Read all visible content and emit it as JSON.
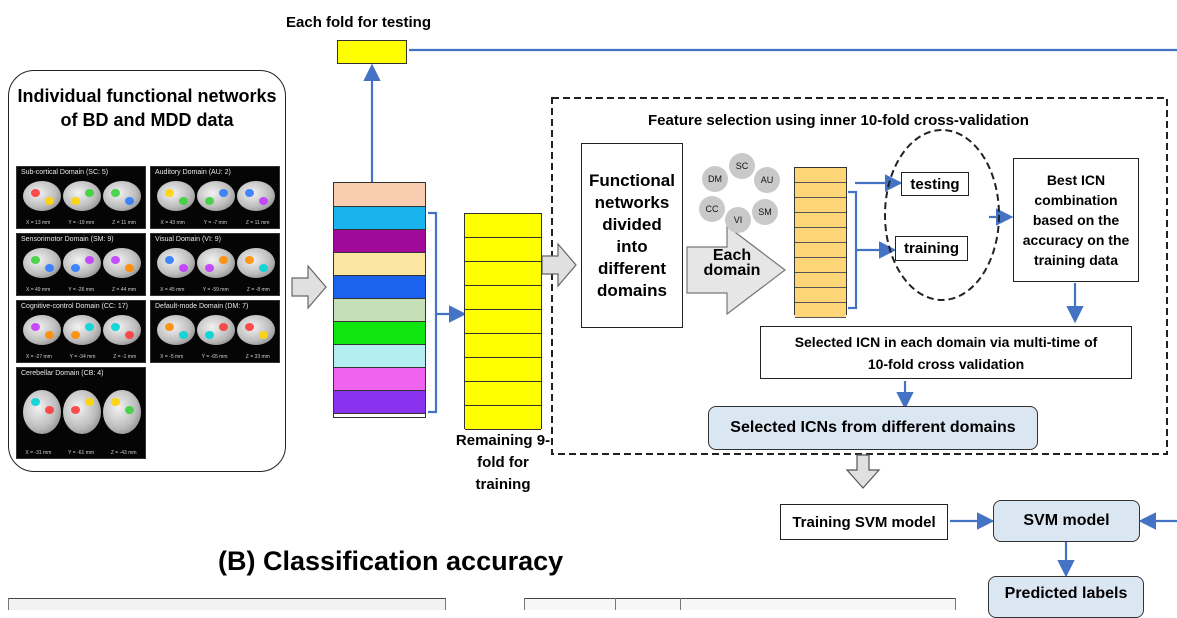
{
  "fold_testing_label": "Each fold for testing",
  "networks": {
    "title": "Individual functional networks of BD and MDD data",
    "panels": [
      {
        "title": "Sub-cortical Domain (SC: 5)",
        "coords": [
          "X = 13 mm",
          "Y = -19 mm",
          "Z = 11 mm"
        ]
      },
      {
        "title": "Auditory Domain (AU: 2)",
        "coords": [
          "X = 43 mm",
          "Y = -7 mm",
          "Z = 11 mm"
        ]
      },
      {
        "title": "Sensorimotor Domain (SM: 9)",
        "coords": [
          "X = 49 mm",
          "Y = -26 mm",
          "Z = 44 mm"
        ]
      },
      {
        "title": "Visual Domain (VI: 9)",
        "coords": [
          "X = 45 mm",
          "Y = -59 mm",
          "Z = -8 mm"
        ]
      },
      {
        "title": "Cognitive-control Domain (CC: 17)",
        "coords": [
          "X = -27 mm",
          "Y = -34 mm",
          "Z = -1 mm"
        ]
      },
      {
        "title": "Default-mode Domain (DM: 7)",
        "coords": [
          "X = -5 mm",
          "Y = -65 mm",
          "Z = 33 mm"
        ]
      },
      {
        "title": "Cerebellar Domain (CB: 4)",
        "coords": [
          "X = -31 mm",
          "Y = -61 mm",
          "Z = -43 mm"
        ]
      }
    ]
  },
  "fold_colors": [
    "#f8cdb0",
    "#19b4ee",
    "#a0099a",
    "#fce4a1",
    "#1b63ee",
    "#c5dfb9",
    "#0fe60f",
    "#b4eef0",
    "#ef63ef",
    "#8a33ee"
  ],
  "remaining_label": "Remaining 9-fold for training",
  "feature_selection": {
    "title": "Feature selection using inner 10-fold cross-validation",
    "functional_networks_label": "Functional networks divided into different domains",
    "domains": [
      "SC",
      "AU",
      "SM",
      "VI",
      "CC",
      "DM"
    ],
    "each_domain_label": "Each domain",
    "testing_label": "testing",
    "training_label": "training",
    "best_icn_label": "Best ICN combination based on the accuracy on the training data",
    "selected_each_domain_label": "Selected ICN in each domain via multi-time of 10-fold cross validation",
    "selected_icns_label": "Selected ICNs from different domains"
  },
  "training_svm_label": "Training SVM model",
  "svm_model_label": "SVM model",
  "predicted_labels_label": "Predicted labels",
  "section_b_title": "(B) Classification accuracy",
  "colors": {
    "arrow_blue": "#4472c4",
    "fold_yellow": "#ffff00",
    "inner_orange": "#ffd677",
    "box_blue": "#dbe6f3"
  }
}
